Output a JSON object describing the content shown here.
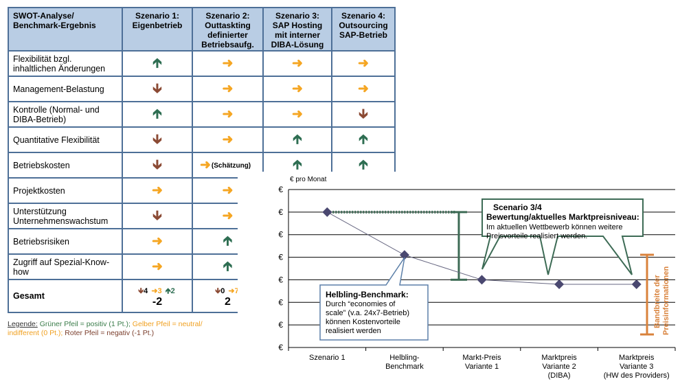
{
  "table": {
    "header": {
      "corner": [
        "SWOT-Analyse/",
        "Benchmark-Ergebnis"
      ],
      "scenarios": [
        [
          "Szenario 1:",
          "Eigenbetrieb"
        ],
        [
          "Szenario 2:",
          "Outtaskting",
          "definierter",
          "Betriebsaufg."
        ],
        [
          "Szenario 3:",
          "SAP Hosting",
          "mit interner",
          "DIBA-Lösung"
        ],
        [
          "Szenario 4:",
          "Outsourcing",
          "SAP-Betrieb"
        ]
      ]
    },
    "rows": [
      {
        "label": [
          "Flexibilität bzgl.",
          "inhaltlichen Änderungen"
        ],
        "cells": [
          "up",
          "right",
          "right",
          "right"
        ]
      },
      {
        "label": [
          "Management-Belastung"
        ],
        "cells": [
          "down",
          "right",
          "right",
          "right"
        ]
      },
      {
        "label": [
          "Kontrolle (Normal- und",
          "DIBA-Betrieb)"
        ],
        "cells": [
          "up",
          "right",
          "right",
          "down"
        ]
      },
      {
        "label": [
          "Quantitative Flexibilität"
        ],
        "cells": [
          "down",
          "right",
          "up",
          "up"
        ]
      },
      {
        "label": [
          "Betriebskosten"
        ],
        "cells": [
          "down",
          "right",
          "up",
          "up"
        ],
        "note": "(Schätzung)"
      },
      {
        "label": [
          "Projektkosten"
        ],
        "cells": [
          "right",
          "right",
          "",
          ""
        ]
      },
      {
        "label": [
          "Unterstützung",
          "Unternehmenswachstum"
        ],
        "cells": [
          "down",
          "right",
          "",
          ""
        ]
      },
      {
        "label": [
          "Betriebsrisiken"
        ],
        "cells": [
          "right",
          "up",
          "",
          ""
        ]
      },
      {
        "label": [
          "Zugriff auf Spezial-Know-",
          "how"
        ],
        "cells": [
          "right",
          "up",
          "",
          ""
        ]
      }
    ],
    "total": {
      "label": "Gesamt",
      "s1": {
        "down": "4",
        "right": "3",
        "up": "2",
        "score": "-2"
      },
      "s2": {
        "down": "0",
        "right": "7",
        "score": "2"
      }
    }
  },
  "legend": {
    "key": "Legende:",
    "green": " Grüner Pfeil = positiv (1 Pt.);",
    "yellow": " Gelber Pfeil = neutral/ indifferent (0 Pt.);",
    "red": " Roter Pfeil = negativ (-1 Pt.)"
  },
  "chart_data": {
    "type": "line",
    "ylabel": "€ pro Monat",
    "yticks": [
      "€",
      "€",
      "€",
      "€",
      "€",
      "€",
      "€",
      "€"
    ],
    "categories": [
      [
        "Szenario 1"
      ],
      [
        "Helbling-",
        "Benchmark"
      ],
      [
        "Markt-Preis",
        "Variante 1"
      ],
      [
        "Marktpreis",
        "Variante 2",
        "(DIBA)"
      ],
      [
        "Marktpreis",
        "Variante 3",
        "(HW des Providers)"
      ]
    ],
    "ylim": [
      0,
      7
    ],
    "series": [
      {
        "values": [
          6.0,
          4.1,
          3.0,
          2.8,
          2.8
        ]
      }
    ],
    "dotted_level": 6.0,
    "grid": true,
    "markers": "diamond",
    "colors": {
      "line": "#666680",
      "marker": "#4a4870",
      "callout": "#3d6b55",
      "band": "#d9823b"
    },
    "callouts": [
      {
        "title": [
          "Scenario 3/4",
          "Bewertung/aktuelles Marktpreisniveau:"
        ],
        "text": [
          "Im aktuellen Wettbewerb können weitere",
          "Preisvorteile realisiert werden."
        ]
      },
      {
        "title": [
          "Helbling-Benchmark:"
        ],
        "text": [
          "Durch “economies of",
          "scale” (v.a. 24x7-Betrieb)",
          "können Kostenvorteile",
          "realisiert werden"
        ]
      }
    ],
    "band_label": [
      "Bandbreite der",
      "Preisinformationen"
    ]
  }
}
